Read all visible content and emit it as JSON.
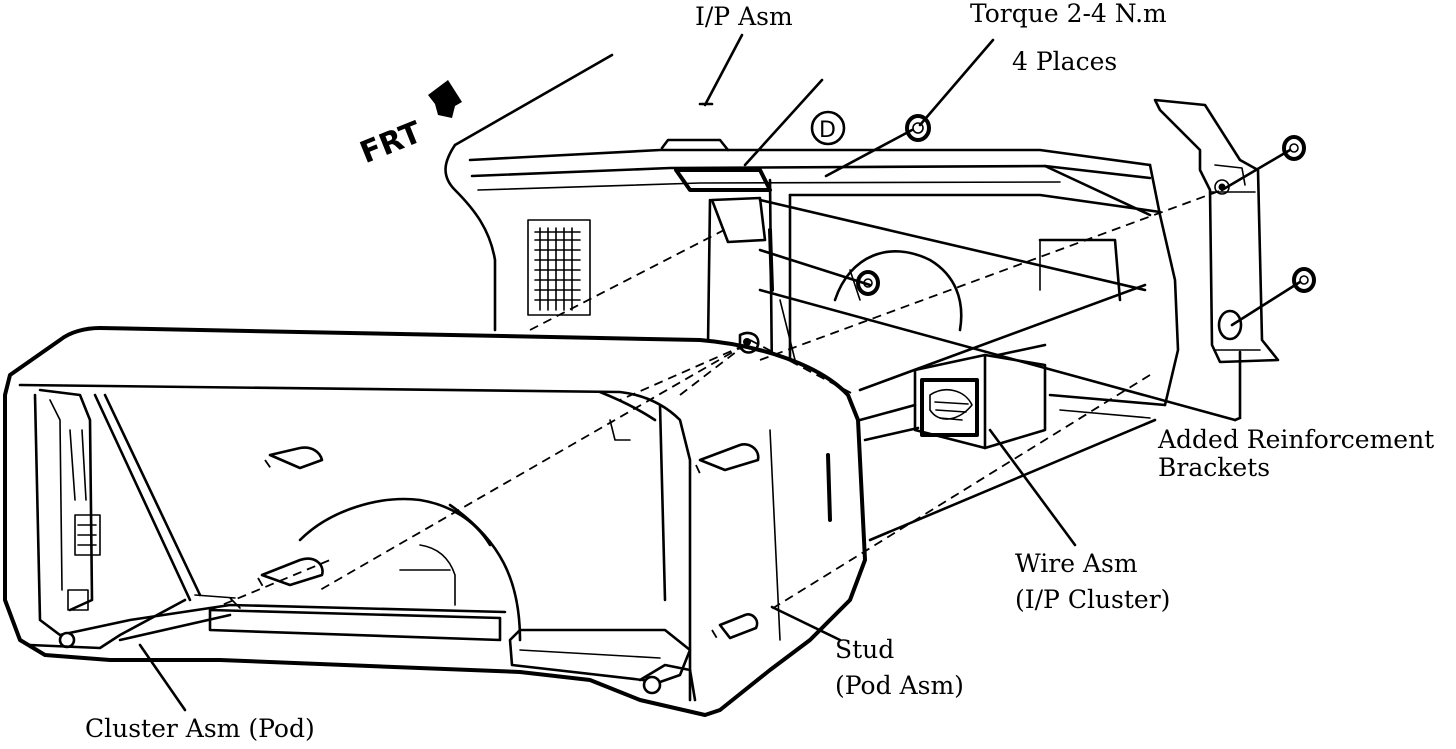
{
  "labels": {
    "ip_asm": "I/P Asm",
    "torque": "Torque 2-4 N.m",
    "places": "4 Places",
    "frt": "FRT",
    "circled_d": "D",
    "added_reinforcement": "Added Reinforcement",
    "brackets": "Brackets",
    "wire_asm": "Wire Asm",
    "ip_cluster": "(I/P Cluster)",
    "stud": "Stud",
    "pod_asm": "(Pod Asm)",
    "cluster_asm": "Cluster Asm (Pod)"
  },
  "icons": {
    "front_arrow": "arrow-icon",
    "nut": "nut-icon"
  }
}
